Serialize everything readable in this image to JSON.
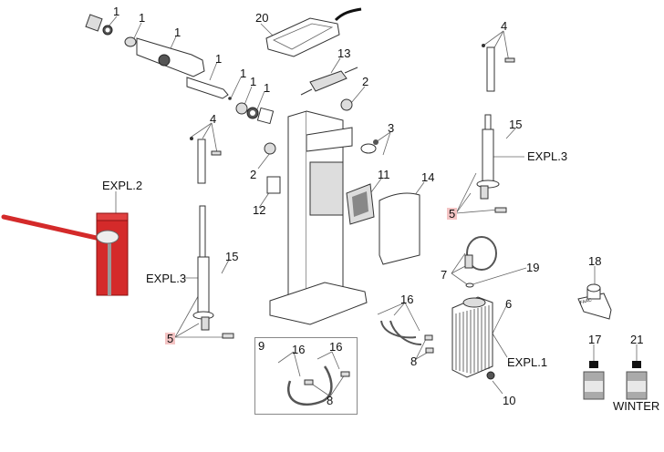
{
  "diagram": {
    "title": "Exploded parts diagram",
    "labels": {
      "l1a": "1",
      "l1b": "1",
      "l1c": "1",
      "l1d": "1",
      "l1e": "1",
      "l1f": "1",
      "l1g": "1",
      "l2a": "2",
      "l2b": "2",
      "l3": "3",
      "l4a": "4",
      "l4b": "4",
      "l5a": "5",
      "l5b": "5",
      "l6": "6",
      "l7": "7",
      "l8a": "8",
      "l8b": "8",
      "l9": "9",
      "l10": "10",
      "l11": "11",
      "l12": "12",
      "l13": "13",
      "l14": "14",
      "l15a": "15",
      "l15b": "15",
      "l16a": "16",
      "l16b": "16",
      "l16c": "16",
      "l17": "17",
      "l18": "18",
      "l19": "19",
      "l20": "20",
      "l21": "21",
      "expl1": "EXPL.1",
      "expl2": "EXPL.2",
      "expl3a": "EXPL.3",
      "expl3b": "EXPL.3",
      "winter": "WINTER",
      "key_text": "FAAC"
    },
    "colors": {
      "barrier_red": "#d42a2a",
      "highlight": "#f4c4c4",
      "line": "#666666"
    }
  }
}
